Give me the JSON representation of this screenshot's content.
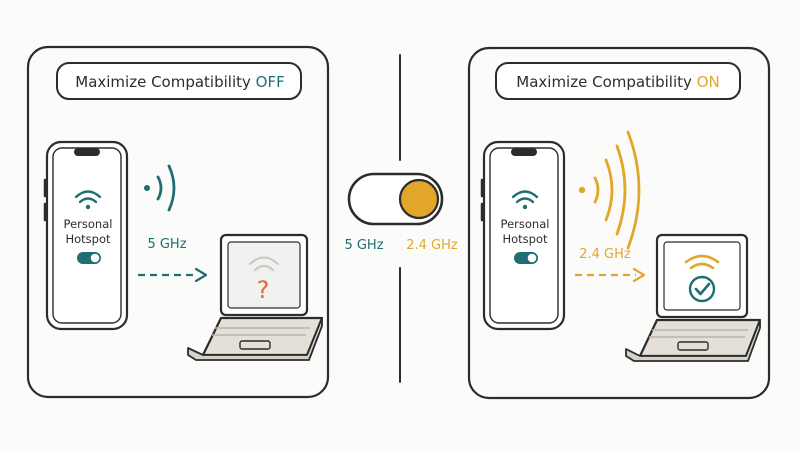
{
  "colors": {
    "ink": "#2c2c2c",
    "teal": "#1f6e73",
    "gold": "#e2a62b",
    "question": "#e0673a",
    "paper": "#fbfbf9",
    "laptop_body": "#e4e0d8"
  },
  "left_panel": {
    "title_prefix": "Maximize Compatibility",
    "title_state": "OFF",
    "phone_label_line1": "Personal",
    "phone_label_line2": "Hotspot",
    "band_label": "5 GHz",
    "laptop_status_glyph": "?"
  },
  "center": {
    "label_left": "5 GHz",
    "label_right": "2.4 GHz"
  },
  "right_panel": {
    "title_prefix": "Maximize Compatibility",
    "title_state": "ON",
    "phone_label_line1": "Personal",
    "phone_label_line2": "Hotspot",
    "band_label": "2.4 GHz"
  },
  "icons": [
    "wifi-icon",
    "toggle-switch-icon",
    "signal-waves-icon",
    "arrow-icon",
    "laptop-icon",
    "question-mark-icon",
    "checkmark-icon"
  ]
}
